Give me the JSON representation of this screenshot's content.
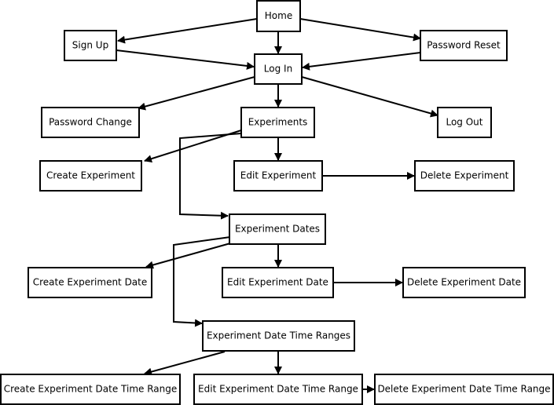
{
  "nodes": {
    "home": "Home",
    "sign_up": "Sign Up",
    "password_reset": "Password Reset",
    "log_in": "Log In",
    "password_change": "Password Change",
    "experiments": "Experiments",
    "log_out": "Log Out",
    "create_experiment": "Create Experiment",
    "edit_experiment": "Edit Experiment",
    "delete_experiment": "Delete Experiment",
    "experiment_dates": "Experiment Dates",
    "create_experiment_date": "Create Experiment Date",
    "edit_experiment_date": "Edit Experiment Date",
    "delete_experiment_date": "Delete Experiment Date",
    "experiment_date_time_ranges": "Experiment Date Time Ranges",
    "create_experiment_date_time_range": "Create Experiment Date Time Range",
    "edit_experiment_date_time_range": "Edit Experiment Date Time Range",
    "delete_experiment_date_time_range": "Delete Experiment Date Time Range"
  }
}
